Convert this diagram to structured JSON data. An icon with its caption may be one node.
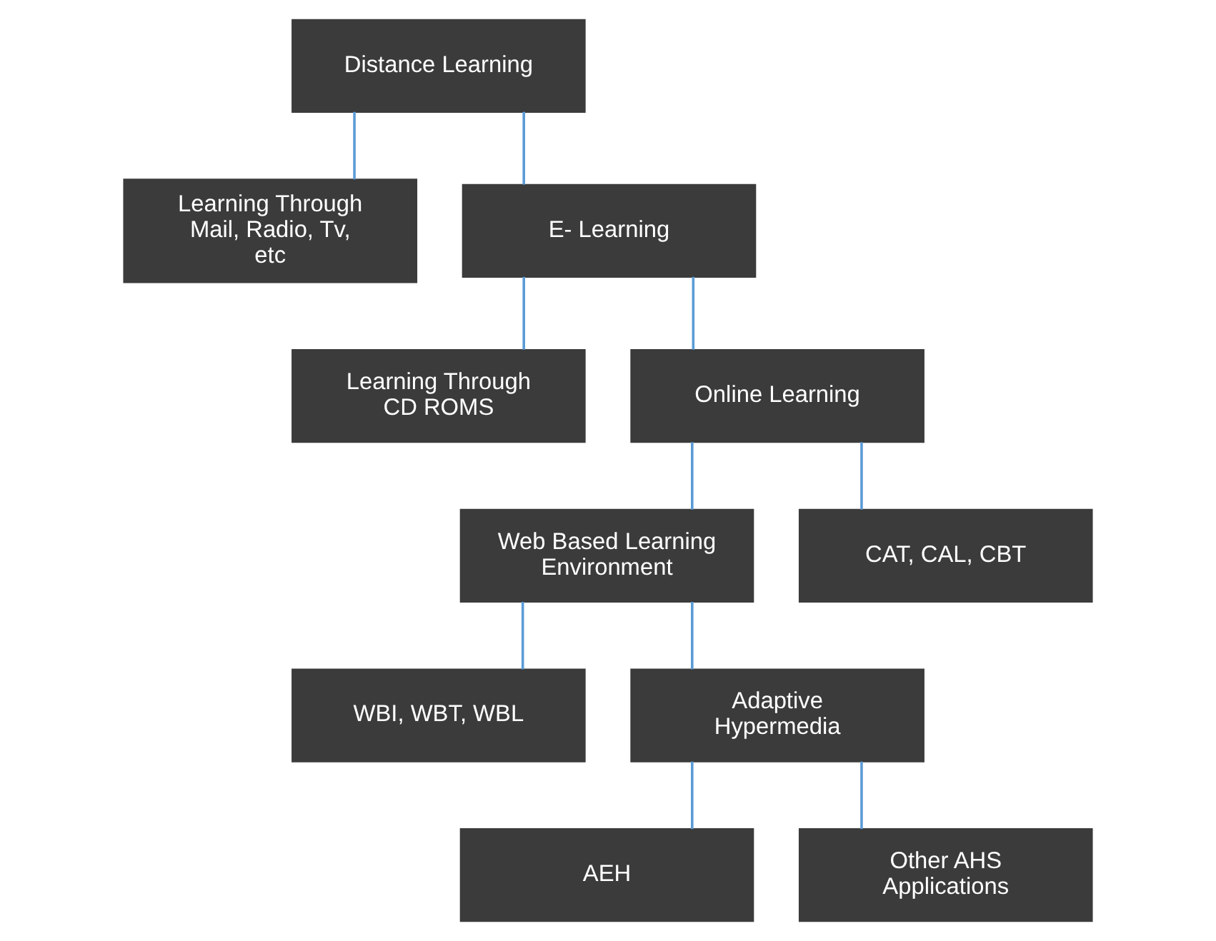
{
  "diagram": {
    "nodes": [
      {
        "text": [
          "Distance Learning"
        ]
      },
      {
        "text": [
          "Learning Through Mail, Radio, Tv, etc"
        ]
      },
      {
        "text": [
          "E- Learning"
        ]
      },
      {
        "text": [
          "Learning Through CD ROMS"
        ]
      },
      {
        "text": [
          "Online Learning"
        ]
      },
      {
        "text": [
          "Web Based Learning Environment"
        ]
      },
      {
        "text": [
          "CAT, CAL, CBT"
        ]
      },
      {
        "text": [
          "WBI, WBT, WBL"
        ]
      },
      {
        "text": [
          "Adaptive Hypermedia"
        ]
      },
      {
        "text": [
          "AEH"
        ]
      },
      {
        "text": [
          "Other AHS Applications"
        ]
      }
    ],
    "edges": [
      {
        "from": 0,
        "to": 1,
        "arrow": "none"
      },
      {
        "from": 0,
        "to": 2,
        "arrow": "none"
      },
      {
        "from": 2,
        "to": 3,
        "arrow": "none"
      },
      {
        "from": 2,
        "to": 4,
        "arrow": "none"
      },
      {
        "from": 4,
        "to": 5,
        "arrow": "none"
      },
      {
        "from": 4,
        "to": 6,
        "arrow": "none"
      },
      {
        "from": 5,
        "to": 7,
        "arrow": "none"
      },
      {
        "from": 5,
        "to": 8,
        "arrow": "none"
      },
      {
        "from": 8,
        "to": 9,
        "arrow": "none"
      },
      {
        "from": 8,
        "to": 10,
        "arrow": "none"
      }
    ]
  }
}
